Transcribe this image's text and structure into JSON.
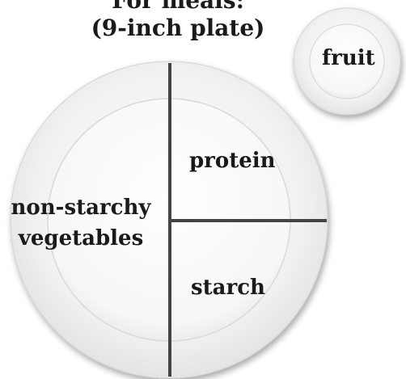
{
  "title": {
    "line1": "For meals:",
    "line2": "(9-inch plate)"
  },
  "plate": {
    "protein": "protein",
    "vegetables_line1": "non-starchy",
    "vegetables_line2": "vegetables",
    "starch": "starch"
  },
  "side_plate": {
    "label": "fruit"
  }
}
